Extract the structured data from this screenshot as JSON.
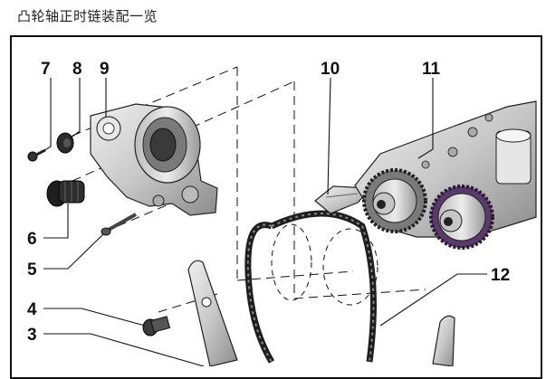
{
  "title": "凸轮轴正时链装配一览",
  "callouts": [
    "7",
    "8",
    "9",
    "6",
    "5",
    "4",
    "3",
    "10",
    "11",
    "12"
  ],
  "colors": {
    "line": "#111111",
    "part_fill": "#d9d9d9",
    "part_dark": "#8a8a8a",
    "chain": "#2a2a2a",
    "sprocket": "#5a3a6a"
  },
  "icons": [
    "camshaft-adjuster-housing",
    "sealing-plug",
    "bolt",
    "washer",
    "timing-chain",
    "chain-tensioner",
    "sprocket",
    "cylinder-head",
    "chain-guide"
  ]
}
